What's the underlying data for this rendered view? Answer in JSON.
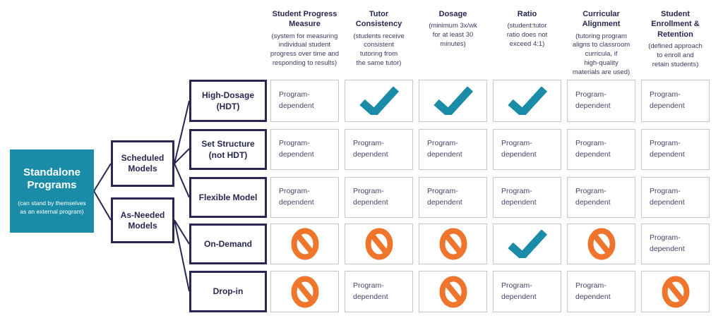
{
  "colors": {
    "teal": "#1b8ca8",
    "orange": "#f0752c",
    "navy": "#282752"
  },
  "tree": {
    "root": {
      "title": "Standalone Programs",
      "subtitle": "(can stand by themselves\nas an external program)"
    },
    "branches": [
      {
        "label": "Scheduled\nModels"
      },
      {
        "label": "As-Needed\nModels"
      }
    ]
  },
  "matrix": {
    "columns": [
      {
        "title": "Student Progress\nMeasure",
        "description": "(system for measuring\nindividual student\nprogress over time and\nresponding to results)"
      },
      {
        "title": "Tutor\nConsistency",
        "description": "(students receive\nconsistent\ntutoring from\nthe same tutor)"
      },
      {
        "title": "Dosage",
        "description": "(minimum 3x/wk\nfor at least 30\nminutes)"
      },
      {
        "title": "Ratio",
        "description": "(student:tutor\nratio does not\nexceed 4:1)"
      },
      {
        "title": "Curricular\nAlignment",
        "description": "(tutoring program\naligns to classroom\ncurricula, if\nhigh-quality\nmaterials are used)"
      },
      {
        "title": "Student\nEnrollment &\nRetention",
        "description": "(defined approach\nto enroll and\nretain students)"
      }
    ],
    "rows": [
      {
        "label": "High-Dosage\n(HDT)",
        "cells": [
          "pd",
          "check",
          "check",
          "check",
          "pd",
          "pd"
        ]
      },
      {
        "label": "Set Structure\n(not HDT)",
        "cells": [
          "pd",
          "pd",
          "pd",
          "pd",
          "pd",
          "pd"
        ]
      },
      {
        "label": "Flexible Model",
        "cells": [
          "pd",
          "pd",
          "pd",
          "pd",
          "pd",
          "pd"
        ]
      },
      {
        "label": "On-Demand",
        "cells": [
          "no",
          "no",
          "no",
          "check",
          "no",
          "pd"
        ]
      },
      {
        "label": "Drop-in",
        "cells": [
          "no",
          "pd",
          "no",
          "pd",
          "pd",
          "no"
        ]
      }
    ],
    "cell_labels": {
      "pd": "Program-dependent"
    },
    "icon_names": {
      "check": "checkmark-icon",
      "no": "prohibited-icon"
    }
  }
}
